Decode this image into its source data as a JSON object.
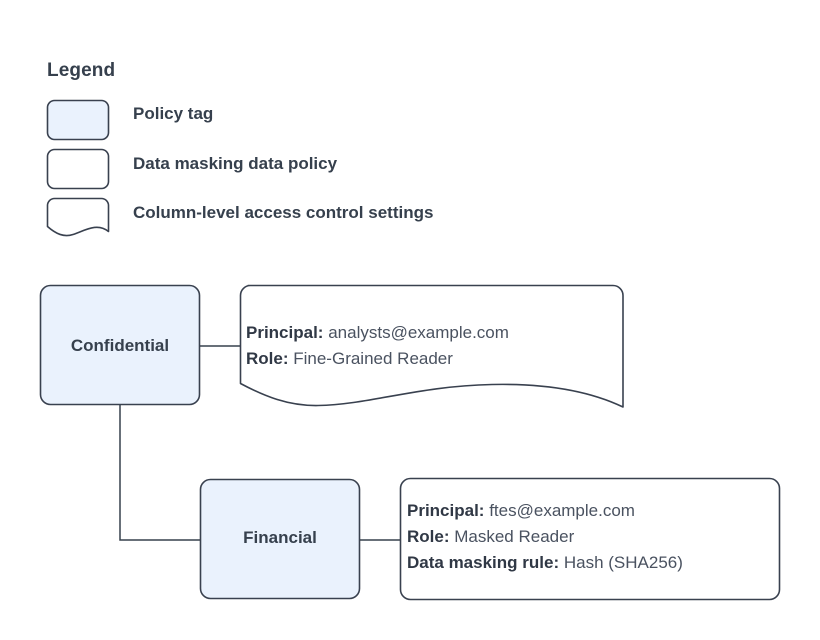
{
  "legend": {
    "title": "Legend",
    "items": [
      {
        "label": "Policy tag",
        "swatch": "rounded-rect-filled",
        "fill": "#eaf2fd",
        "stroke": "#39414f"
      },
      {
        "label": "Data masking data policy",
        "swatch": "rounded-rect",
        "fill": "#ffffff",
        "stroke": "#39414f"
      },
      {
        "label": "Column-level access control settings",
        "swatch": "wavy-bottom-rect",
        "fill": "#ffffff",
        "stroke": "#39414f"
      }
    ]
  },
  "nodes": [
    {
      "id": "confidential",
      "label": "Confidential",
      "fill": "#eaf2fd",
      "stroke": "#39414f"
    },
    {
      "id": "financial",
      "label": "Financial",
      "fill": "#eaf2fd",
      "stroke": "#39414f"
    }
  ],
  "details": [
    {
      "id": "confidential-detail",
      "shape": "wavy-bottom-rect",
      "lines": [
        {
          "key": "Principal:",
          "value": "analysts@example.com"
        },
        {
          "key": "Role:",
          "value": "Fine-Grained Reader"
        }
      ]
    },
    {
      "id": "financial-detail",
      "shape": "rounded-rect",
      "lines": [
        {
          "key": "Principal:",
          "value": "ftes@example.com"
        },
        {
          "key": "Role:",
          "value": "Masked Reader"
        },
        {
          "key": "Data masking rule:",
          "value": "Hash (SHA256)"
        }
      ]
    }
  ],
  "connectors": [
    {
      "from": "confidential",
      "to": "confidential-detail"
    },
    {
      "from": "confidential",
      "to": "financial"
    },
    {
      "from": "financial",
      "to": "financial-detail"
    }
  ],
  "colors": {
    "canvas": "#ffffff",
    "node_fill": "#eaf2fd",
    "shape_stroke": "#39414f",
    "connector": "#36404d",
    "text": "#36404d",
    "text_value": "#4a5260"
  }
}
